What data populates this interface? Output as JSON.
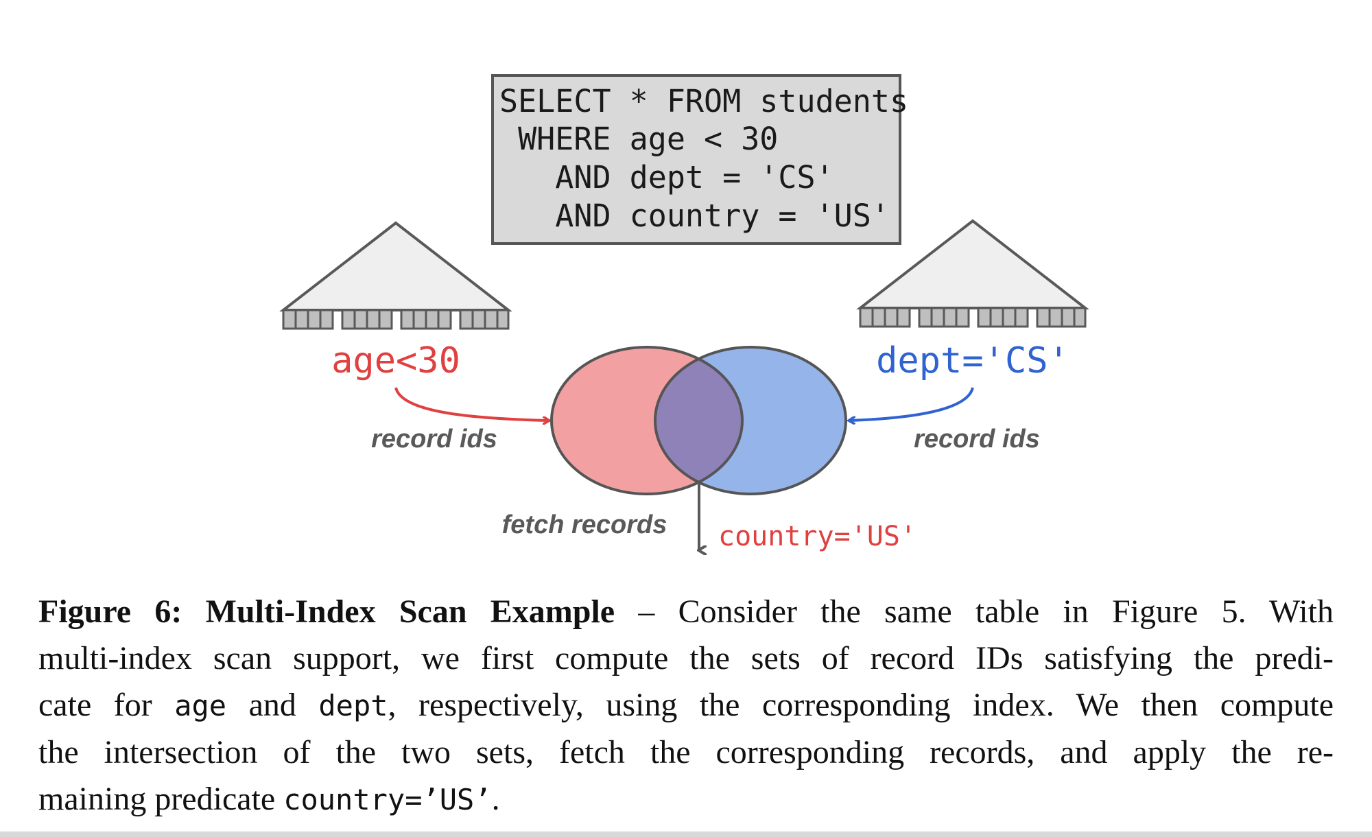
{
  "sql": {
    "line1": "SELECT * FROM students",
    "line2": " WHERE age < 30",
    "line3": "   AND dept = 'CS'",
    "line4": "   AND country = 'US'"
  },
  "left_index": {
    "predicate": "age<30",
    "edge_label": "record ids",
    "color": "#e04040"
  },
  "right_index": {
    "predicate": "dept='CS'",
    "edge_label": "record ids",
    "color": "#2f63d1"
  },
  "fetch": {
    "label": "fetch records",
    "predicate": "country='US'",
    "color": "#e04040"
  },
  "venn_colors": {
    "left": "#f3a0a2",
    "right": "#94b4ea",
    "overlap": "#8f82b8"
  },
  "caption": {
    "title": "Figure 6: Multi-Index Scan Example",
    "dash": " – ",
    "l1": "Consider the same table in Figure 5. With",
    "l2": "multi-index scan support, we first compute the sets of record IDs satisfying the predi-",
    "l3_a": "cate for ",
    "l3_code1": "age",
    "l3_b": " and ",
    "l3_code2": "dept",
    "l3_c": ", respectively, using the corresponding index. We then compute",
    "l4": "the intersection of the two sets, fetch the corresponding records, and apply the re-",
    "l5_a": "maining predicate ",
    "l5_code": "country=’US’",
    "l5_b": "."
  }
}
